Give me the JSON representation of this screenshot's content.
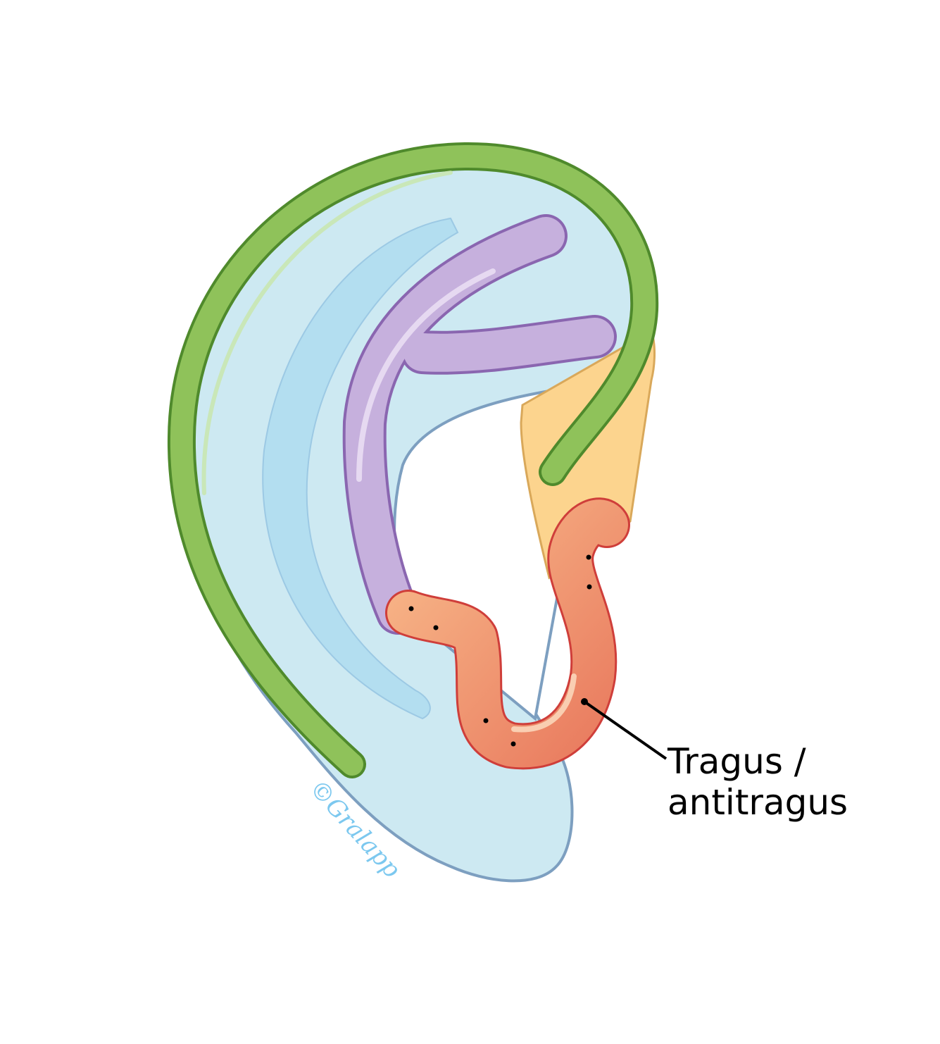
{
  "labels": {
    "tragus_line1": "Tragus /",
    "tragus_line2": "antitragus"
  },
  "signature": "©Gralapp",
  "colors": {
    "ear_body": "#cde9f2",
    "ear_outline": "#7d9fc0",
    "helix": "#8fc25a",
    "helix_outline": "#4f8a2c",
    "antihelix": "#c6b0dd",
    "antihelix_outline": "#8a66b0",
    "tragus": "#f2a47a",
    "tragus_outline": "#cf3e3a",
    "concha_cartilage": "#fcd48e"
  }
}
